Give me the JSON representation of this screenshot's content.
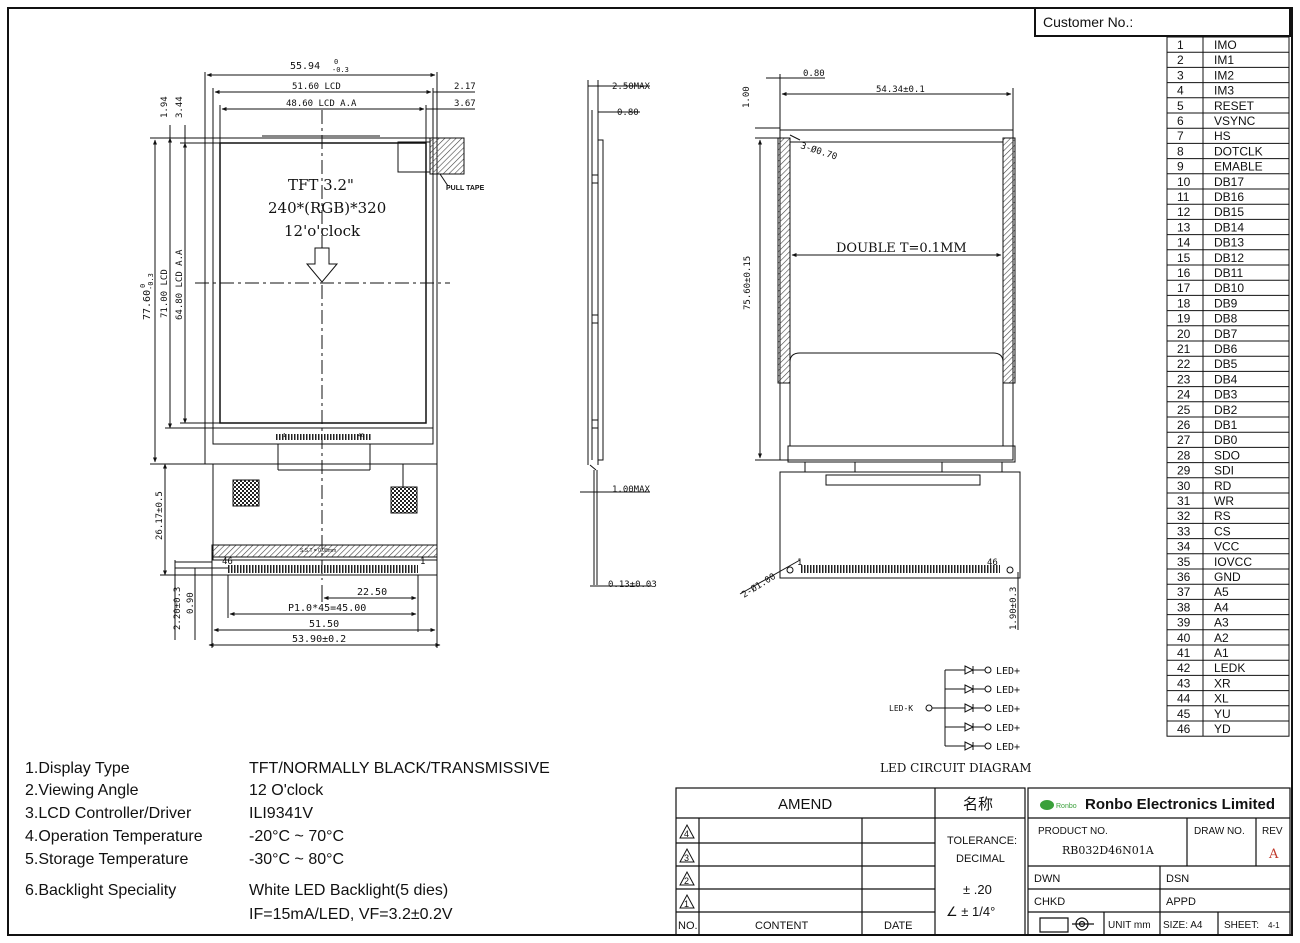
{
  "header": {
    "customer_label": "Customer No.:"
  },
  "front_view": {
    "dim_width": "55.94",
    "dim_width_tol_top": "0",
    "dim_width_tol_bottom": "-0.3",
    "dim_lcd": "51.60  LCD",
    "dim_lcd_right": "2.17",
    "dim_aa": "48.60  LCD  A.A",
    "dim_aa_right": "3.67",
    "dim_left_a": "1.94",
    "dim_left_b": "3.44",
    "dim_height": "77.60",
    "dim_height_tol_top": "0",
    "dim_height_tol_bottom": "-0.3",
    "dim_lcd_height": "71.00  LCD",
    "dim_aa_height": "64.80  LCD  A.A",
    "pull_tape": "PULL TAPE",
    "tft_line1": "TFT  3.2\"",
    "tft_line2": "240*(RGB)*320",
    "tft_line3": "12'o'clock",
    "fpc_length": "26.17±0.5",
    "fpc_pin_46": "46",
    "fpc_pin_1": "1",
    "dim_2_20": "2.20±0.3",
    "dim_0_90": "0.90",
    "dim_22_50": "22.50",
    "dim_pitch": "P1.0*45=45.00",
    "dim_51_50": "51.50",
    "dim_53_90": "53.90±0.2",
    "stiffener": "S.S.T = 0.08mm",
    "fpc_small_1": "1",
    "fpc_small_46": "46"
  },
  "side_view": {
    "dim_top": "2.50MAX",
    "dim_080": "0.80",
    "dim_fpc": "1.00MAX",
    "dim_013": "0.13±0.03"
  },
  "rear_view": {
    "dim_080": "0.80",
    "dim_width": "54.34±0.1",
    "dim_100": "1.00",
    "dim_holes": "3-Ø0.70",
    "dim_height": "75.60±0.15",
    "double_tape": "DOUBLE T=0.1MM",
    "dim_holes2": "2-Ø1.00",
    "pin_46": "46",
    "pin_1": "1",
    "dim_190": "1.90±0.3"
  },
  "led_circuit": {
    "title": "LED CIRCUIT DIAGRAM",
    "cathode": "LED-K",
    "anode": "LED+",
    "anodes": [
      "LED+",
      "LED+",
      "LED+",
      "LED+",
      "LED+"
    ]
  },
  "pins": [
    {
      "no": "1",
      "name": "IMO"
    },
    {
      "no": "2",
      "name": "IM1"
    },
    {
      "no": "3",
      "name": "IM2"
    },
    {
      "no": "4",
      "name": "IM3"
    },
    {
      "no": "5",
      "name": "RESET"
    },
    {
      "no": "6",
      "name": "VSYNC"
    },
    {
      "no": "7",
      "name": "HS"
    },
    {
      "no": "8",
      "name": "DOTCLK"
    },
    {
      "no": "9",
      "name": "EMABLE"
    },
    {
      "no": "10",
      "name": "DB17"
    },
    {
      "no": "11",
      "name": "DB16"
    },
    {
      "no": "12",
      "name": "DB15"
    },
    {
      "no": "13",
      "name": "DB14"
    },
    {
      "no": "14",
      "name": "DB13"
    },
    {
      "no": "15",
      "name": "DB12"
    },
    {
      "no": "16",
      "name": "DB11"
    },
    {
      "no": "17",
      "name": "DB10"
    },
    {
      "no": "18",
      "name": "DB9"
    },
    {
      "no": "19",
      "name": "DB8"
    },
    {
      "no": "20",
      "name": "DB7"
    },
    {
      "no": "21",
      "name": "DB6"
    },
    {
      "no": "22",
      "name": "DB5"
    },
    {
      "no": "23",
      "name": "DB4"
    },
    {
      "no": "24",
      "name": "DB3"
    },
    {
      "no": "25",
      "name": "DB2"
    },
    {
      "no": "26",
      "name": "DB1"
    },
    {
      "no": "27",
      "name": "DB0"
    },
    {
      "no": "28",
      "name": "SDO"
    },
    {
      "no": "29",
      "name": "SDI"
    },
    {
      "no": "30",
      "name": "RD"
    },
    {
      "no": "31",
      "name": "WR"
    },
    {
      "no": "32",
      "name": "RS"
    },
    {
      "no": "33",
      "name": "CS"
    },
    {
      "no": "34",
      "name": "VCC"
    },
    {
      "no": "35",
      "name": "IOVCC"
    },
    {
      "no": "36",
      "name": "GND"
    },
    {
      "no": "37",
      "name": "A5"
    },
    {
      "no": "38",
      "name": "A4"
    },
    {
      "no": "39",
      "name": "A3"
    },
    {
      "no": "40",
      "name": "A2"
    },
    {
      "no": "41",
      "name": "A1"
    },
    {
      "no": "42",
      "name": "LEDK"
    },
    {
      "no": "43",
      "name": "XR"
    },
    {
      "no": "44",
      "name": "XL"
    },
    {
      "no": "45",
      "name": "YU"
    },
    {
      "no": "46",
      "name": "YD"
    }
  ],
  "specs": [
    {
      "label": "1.Display Type",
      "value": "TFT/NORMALLY BLACK/TRANSMISSIVE"
    },
    {
      "label": "2.Viewing Angle",
      "value": "12 O'clock"
    },
    {
      "label": "3.LCD Controller/Driver",
      "value": "ILI9341V"
    },
    {
      "label": "4.Operation Temperature",
      "value": "-20°C ~ 70°C"
    },
    {
      "label": "5.Storage Temperature",
      "value": "-30°C ~ 80°C"
    },
    {
      "label": "6.Backlight Speciality",
      "value": "White LED Backlight(5 dies)"
    },
    {
      "label": "",
      "value": "IF=15mA/LED,  VF=3.2±0.2V"
    }
  ],
  "amend_table": {
    "title": "AMEND",
    "rows": [
      "4",
      "3",
      "2",
      "1"
    ],
    "col_no": "NO.",
    "col_content": "CONTENT",
    "col_date": "DATE"
  },
  "name_block": {
    "title": "名称",
    "tolerance": "TOLERANCE:",
    "decimal": "DECIMAL",
    "tol_value": "± .20",
    "angle_value": "∠ ± 1/4°"
  },
  "title_block": {
    "logo_text": "Ronbo",
    "company": "Ronbo Electronics Limited",
    "product_label": "PRODUCT NO.",
    "product_no": "RB032D46N01A",
    "draw_label": "DRAW NO.",
    "rev_label": "REV",
    "rev_value": "A",
    "dwn": "DWN",
    "dsn": "DSN",
    "chkd": "CHKD",
    "appd": "APPD",
    "unit": "UNIT  mm",
    "size": "SIZE:  A4",
    "sheet": "SHEET:",
    "sheet_value": "4-1"
  },
  "colors": {
    "line": "#111111",
    "hatch": "#555555",
    "rev": "#c0392b",
    "logo_green": "#3aa03a"
  }
}
